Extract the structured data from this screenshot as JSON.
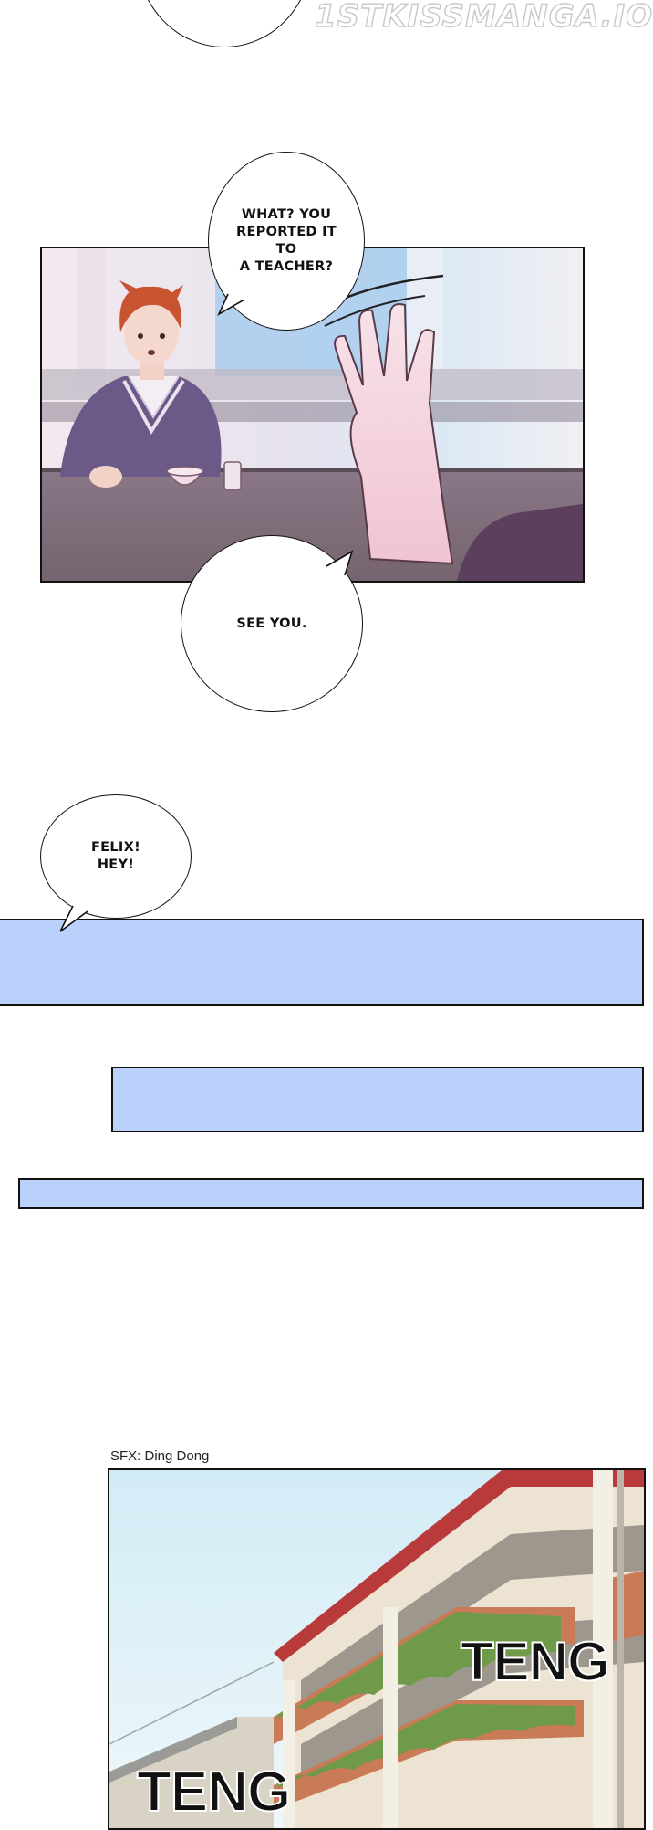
{
  "watermark": "1STKISSMANGA.IO",
  "bubbles": {
    "reported": "WHAT? YOU\nREPORTED IT TO\nA TEACHER?",
    "see_you": "SEE YOU.",
    "felix": "FELIX!\nHEY!"
  },
  "caption_sfx": "SFX: Ding Dong",
  "sfx_right": "TENG",
  "sfx_left": "TENG",
  "colors": {
    "blue_band": "#b9d1fb",
    "sky": "#d7ecf6",
    "roof": "#b83a3a",
    "wall": "#ece3d2",
    "brick": "#c97a56",
    "shrub": "#6f9a4a"
  }
}
